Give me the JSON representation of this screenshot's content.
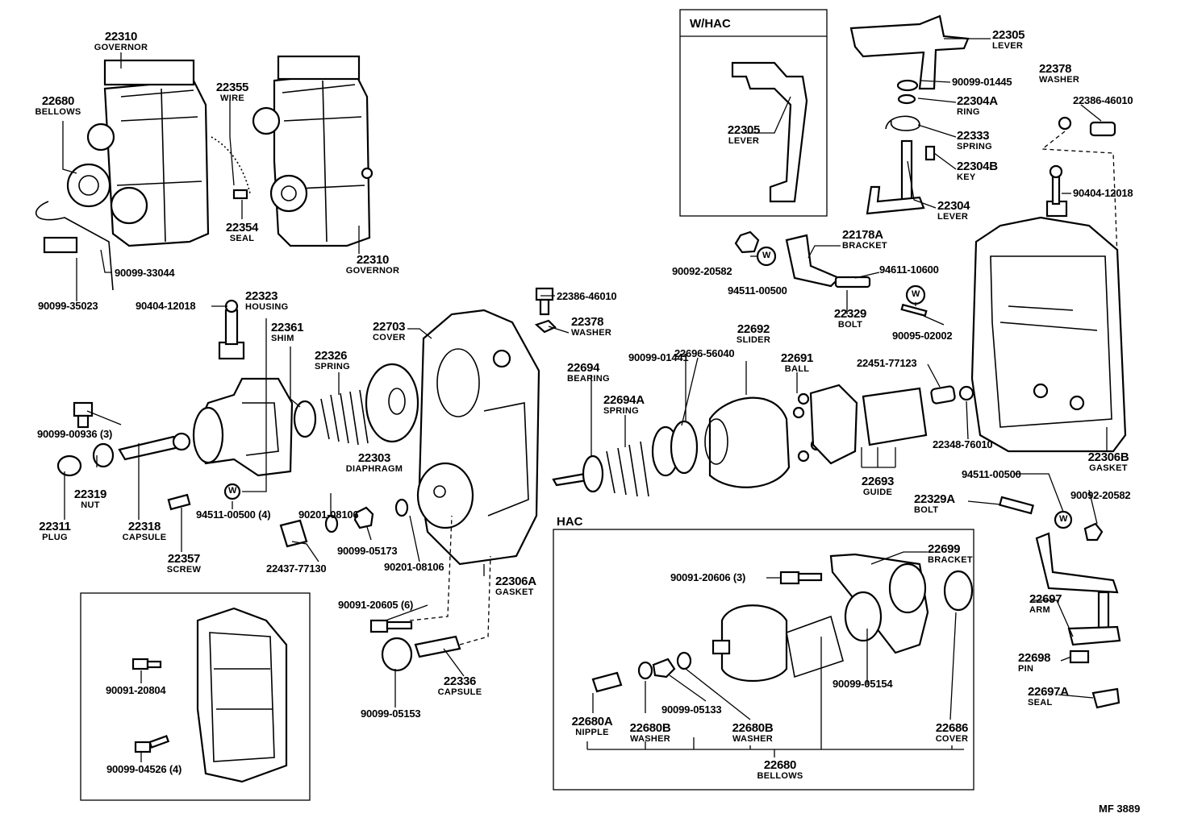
{
  "boxes": {
    "w_hac": "W/HAC",
    "hac": "HAC"
  },
  "reference": "MF 3889",
  "washer_mark": "W",
  "callouts": {
    "c22310_top": {
      "num": "22310",
      "name": "GOVERNOR"
    },
    "c22680_bellows": {
      "num": "22680",
      "name": "BELLOWS"
    },
    "c22355": {
      "num": "22355",
      "name": "WIRE"
    },
    "c22354": {
      "num": "22354",
      "name": "SEAL"
    },
    "c22310_bot": {
      "num": "22310",
      "name": "GOVERNOR"
    },
    "c22305_whac": {
      "num": "22305",
      "name": "LEVER"
    },
    "c22305": {
      "num": "22305",
      "name": "LEVER"
    },
    "c22378_top": {
      "num": "22378",
      "name": "WASHER"
    },
    "c22304A": {
      "num": "22304A",
      "name": "RING"
    },
    "c22333": {
      "num": "22333",
      "name": "SPRING"
    },
    "c22304B": {
      "num": "22304B",
      "name": "KEY"
    },
    "c22304": {
      "num": "22304",
      "name": "LEVER"
    },
    "c22178A": {
      "num": "22178A",
      "name": "BRACKET"
    },
    "c22323": {
      "num": "22323",
      "name": "HOUSING"
    },
    "c22361": {
      "num": "22361",
      "name": "SHIM"
    },
    "c22326": {
      "num": "22326",
      "name": "SPRING"
    },
    "c22703": {
      "num": "22703",
      "name": "COVER"
    },
    "c22378_mid": {
      "num": "22378",
      "name": "WASHER"
    },
    "c22692": {
      "num": "22692",
      "name": "SLIDER"
    },
    "c22691": {
      "num": "22691",
      "name": "BALL"
    },
    "c22694": {
      "num": "22694",
      "name": "BEARING"
    },
    "c22694A": {
      "num": "22694A",
      "name": "SPRING"
    },
    "c22329": {
      "num": "22329",
      "name": "BOLT"
    },
    "c22303": {
      "num": "22303",
      "name": "DIAPHRAGM"
    },
    "c22319": {
      "num": "22319",
      "name": "NUT"
    },
    "c22311": {
      "num": "22311",
      "name": "PLUG"
    },
    "c22318": {
      "num": "22318",
      "name": "CAPSULE"
    },
    "c22357": {
      "num": "22357",
      "name": "SCREW"
    },
    "c22693": {
      "num": "22693",
      "name": "GUIDE"
    },
    "c22306B": {
      "num": "22306B",
      "name": "GASKET"
    },
    "c22329A": {
      "num": "22329A",
      "name": "BOLT"
    },
    "c22306A": {
      "num": "22306A",
      "name": "GASKET"
    },
    "c22699": {
      "num": "22699",
      "name": "BRACKET"
    },
    "c22697": {
      "num": "22697",
      "name": "ARM"
    },
    "c22698": {
      "num": "22698",
      "name": "PIN"
    },
    "c22697A": {
      "num": "22697A",
      "name": "SEAL"
    },
    "c22336": {
      "num": "22336",
      "name": "CAPSULE"
    },
    "c22680A": {
      "num": "22680A",
      "name": "NIPPLE"
    },
    "c22680B_1": {
      "num": "22680B",
      "name": "WASHER"
    },
    "c22680B_2": {
      "num": "22680B",
      "name": "WASHER"
    },
    "c22686": {
      "num": "22686",
      "name": "COVER"
    },
    "c22680_hac": {
      "num": "22680",
      "name": "BELLOWS"
    }
  },
  "parts": {
    "p90099_01445": "90099-01445",
    "p22386_46010_top": "22386-46010",
    "p90404_12018_right": "90404-12018",
    "p90092_20582_top": "90092-20582",
    "p94511_00500_top": "94511-00500",
    "p94611_10600": "94611-10600",
    "p90095_02002": "90095-02002",
    "p90099_33044": "90099-33044",
    "p90099_35023": "90099-35023",
    "p90404_12018_left": "90404-12018",
    "p22386_46010_mid": "22386-46010",
    "p22696_56040": "22696-56040",
    "p90099_01441": "90099-01441",
    "p22451_77123": "22451-77123",
    "p90099_00936": "90099-00936 (3)",
    "p22348_76010": "22348-76010",
    "p94511_00500_bot": "94511-00500",
    "p90092_20582_bot": "90092-20582",
    "p94511_00500_4": "94511-00500 (4)",
    "p90201_08106_a": "90201-08106",
    "p90099_05173": "90099-05173",
    "p22437_77130": "22437-77130",
    "p90201_08106_b": "90201-08106",
    "p90091_20606": "90091-20606 (3)",
    "p90091_20605": "90091-20605 (6)",
    "p90099_05154": "90099-05154",
    "p90091_20804": "90091-20804",
    "p90099_05133": "90099-05133",
    "p90099_05153": "90099-05153",
    "p90099_04526": "90099-04526 (4)"
  }
}
